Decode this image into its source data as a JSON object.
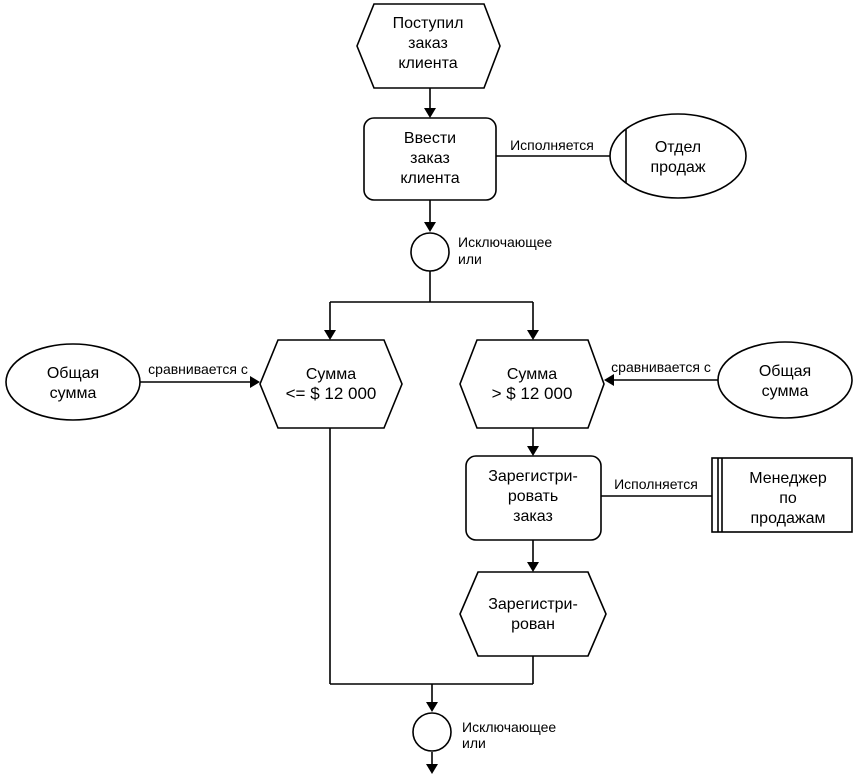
{
  "nodes": {
    "event_order_received": {
      "lines": [
        "Поступил",
        "заказ",
        "клиента"
      ]
    },
    "func_enter_order": {
      "lines": [
        "Ввести",
        "заказ",
        "клиента"
      ]
    },
    "org_sales_dept": {
      "lines": [
        "Отдел",
        "продаж"
      ]
    },
    "xor_split": {
      "label_lines": [
        "Исключающее",
        "или"
      ]
    },
    "event_sum_le": {
      "lines": [
        "Сумма",
        "<= $ 12 000"
      ]
    },
    "event_sum_gt": {
      "lines": [
        "Сумма",
        "> $ 12 000"
      ]
    },
    "info_total_left": {
      "lines": [
        "Общая",
        "сумма"
      ]
    },
    "info_total_right": {
      "lines": [
        "Общая",
        "сумма"
      ]
    },
    "func_register_order": {
      "lines": [
        "Зарегистри-",
        "ровать",
        "заказ"
      ]
    },
    "org_sales_manager": {
      "lines": [
        "Менеджер",
        "по",
        "продажам"
      ]
    },
    "event_registered": {
      "lines": [
        "Зарегистри-",
        "рован"
      ]
    },
    "xor_join": {
      "label_lines": [
        "Исключающее",
        "или"
      ]
    }
  },
  "edge_labels": {
    "executes_1": "Исполняется",
    "executes_2": "Исполняется",
    "compared_left": "сравнивается с",
    "compared_right": "сравнивается с"
  }
}
